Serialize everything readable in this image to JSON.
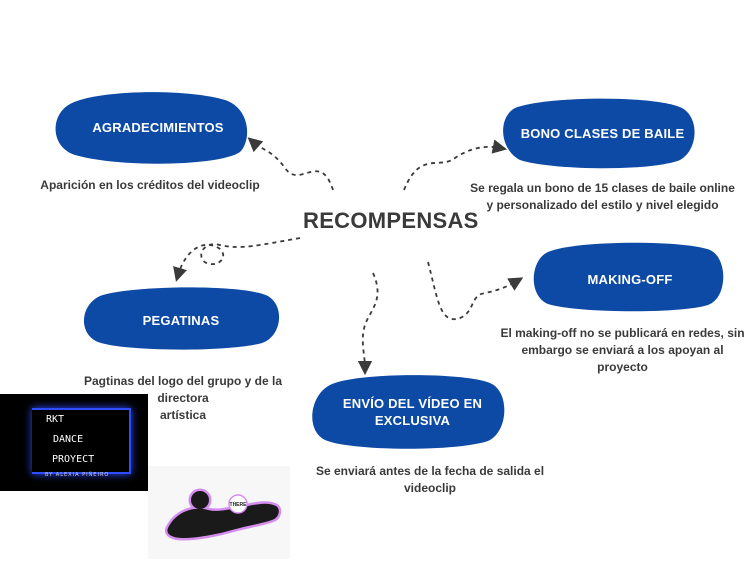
{
  "center": {
    "title": "RECOMPENSAS"
  },
  "nodes": {
    "agradecimientos": {
      "title": "AGRADECIMIENTOS",
      "desc": "Aparición en los créditos del videoclip"
    },
    "bono": {
      "title": "BONO CLASES DE BAILE",
      "desc_line1": "Se regala un bono de 15 clases de baile  online",
      "desc_line2": "y personalizado del estilo y nivel elegido"
    },
    "making_off": {
      "title": "MAKING-OFF",
      "desc_line1": "El making-off no se publicará en redes, sin",
      "desc_line2": "embargo se enviará a los apoyan al proyecto"
    },
    "pegatinas": {
      "title": "PEGATINAS",
      "desc_line1": "Pagtinas del logo del grupo y de la directora",
      "desc_line2": "artística"
    },
    "envio": {
      "title_line1": "ENVÍO DEL VÍDEO EN",
      "title_line2": "EXCLUSIVA",
      "desc": "Se enviará antes de la fecha de salida el videoclip"
    }
  },
  "logo": {
    "line1": "RKT",
    "line2": "DANCE",
    "line3": "PROYECT",
    "sub": "BY ALEXIA PIÑEIRO"
  },
  "sticker": {
    "text": "THERE"
  },
  "colors": {
    "blob": "#0d4aa6",
    "text": "#3a3a3a",
    "neon": "#2f4cff",
    "sticker_outline": "#d58df0"
  }
}
